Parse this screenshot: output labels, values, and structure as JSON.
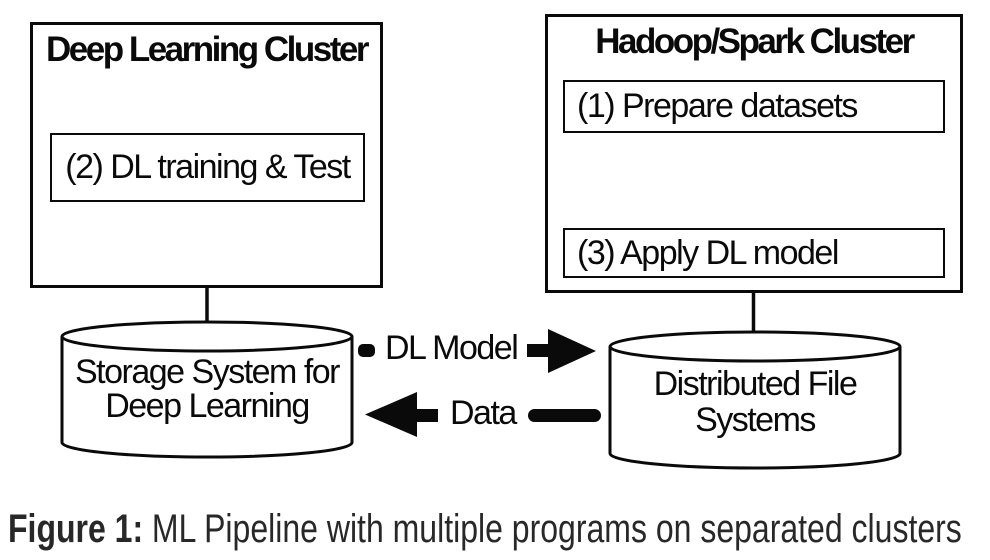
{
  "diagram": {
    "left_cluster": {
      "title": "Deep Learning Cluster",
      "steps": [
        {
          "label": "(2) DL training & Test"
        }
      ]
    },
    "right_cluster": {
      "title": "Hadoop/Spark Cluster",
      "steps": [
        {
          "label": "(1) Prepare datasets"
        },
        {
          "label": "(3) Apply DL model"
        }
      ]
    },
    "left_storage": {
      "line1": "Storage System for",
      "line2": "Deep Learning"
    },
    "right_storage": {
      "line1": "Distributed File",
      "line2": "Systems"
    },
    "flows": [
      {
        "label": "DL Model",
        "direction": "right",
        "style": "dashed"
      },
      {
        "label": "Data",
        "direction": "left",
        "style": "solid"
      }
    ]
  },
  "caption": {
    "prefix": "Figure 1:",
    "text": "ML Pipeline with multiple programs on separated clusters"
  },
  "colors": {
    "ink": "#0a0a0a",
    "caption_text": "#282828",
    "background": "#ffffff"
  }
}
